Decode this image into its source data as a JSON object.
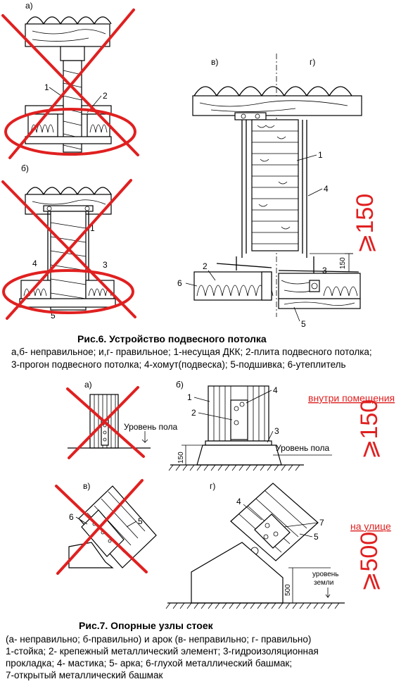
{
  "fig6": {
    "sub_a": "а)",
    "sub_b": "б)",
    "sub_v": "в)",
    "sub_g": "г)",
    "callouts": [
      "1",
      "2",
      "3",
      "4",
      "5",
      "6"
    ],
    "dim_150": "150",
    "red_dimension": "⩾150",
    "title": "Рис.6. Устройство подвесного потолка",
    "caption_lines": [
      "а,б- неправильное; и,г- правильное; 1-несущая ДКК; 2-плита подвесного потолка;",
      "3-прогон подвесного потолка; 4-хомут(подвеска); 5-подшивка; 6-утеплитель"
    ]
  },
  "fig7": {
    "sub_a": "а)",
    "sub_b": "б)",
    "sub_v": "в)",
    "sub_g": "г)",
    "floor_level": "Уровень пола",
    "ground_level_1": "уровень",
    "ground_level_2": "земли",
    "dim_150": "150",
    "dim_500": "500",
    "note_inside": "внутри помещения",
    "red_dim_inside": "⩾150",
    "note_outside": "на улице",
    "red_dim_outside": "⩾500",
    "title": "Рис.7. Опорные узлы стоек",
    "caption_lines": [
      "(а- неправильно; б-правильно) и арок (в- неправильно; г- правильно)",
      "1-стойка; 2- крепежный металлический элемент; 3-гидроизоляционная",
      "прокладка; 4- мастика; 5- арка; 6-глухой металлический башмак;",
      "7-открытый металлический башмак"
    ]
  },
  "colors": {
    "red": "#e02020",
    "ink": "#000000"
  }
}
